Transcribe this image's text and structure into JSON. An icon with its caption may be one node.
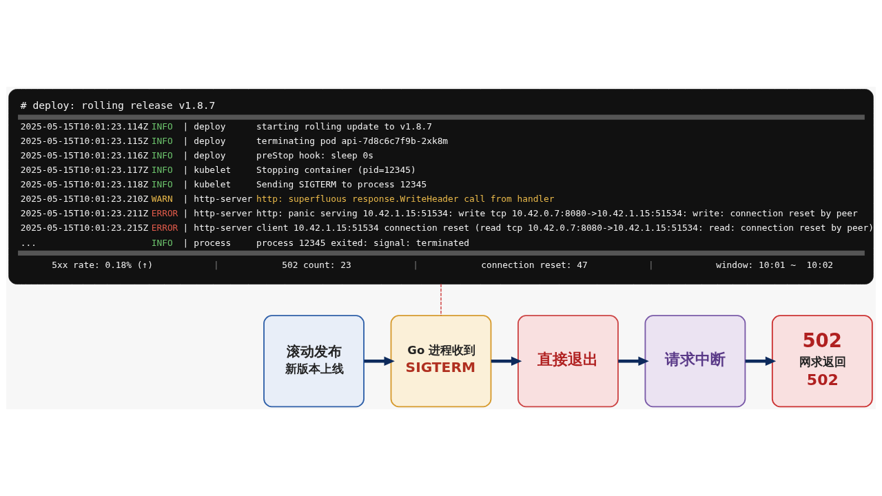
{
  "diagram": {
    "nodes": [
      {
        "text": [
          "# deploy: rolling release v1.8.7",
          "2025-05-15T10:01:23.114Z",
          "INFO",
          "|",
          "deploy",
          "starting rolling update to v1.8.7",
          "2025-05-15T10:01:23.115Z",
          "INFO",
          "|",
          "deploy",
          "terminating pod api-7d8c6c7f9b-2xk8m",
          "2025-05-15T10:01:23.116Z",
          "INFO",
          "|",
          "deploy",
          "preStop hook: sleep 0s",
          "2025-05-15T10:01:23.117Z",
          "INFO",
          "|",
          "kubelet",
          "Stopping container (pid=12345)",
          "2025-05-15T10:01:23.118Z",
          "INFO",
          "|",
          "kubelet",
          "Sending SIGTERM to process 12345",
          "2025-05-15T10:01:23.210Z",
          "WARN",
          "|",
          "http-server",
          "http: superfluous response.WriteHeader call from handler",
          "2025-05-15T10:01:23.211Z",
          "ERROR",
          "|",
          "http-server",
          "http: panic serving 10.42.1.15:51534: write tcp 10.42.0.7:8080->10.42.1.15:51534: write: connection reset by peer",
          "2025-05-15T10:01:23.215Z",
          "ERROR",
          "|",
          "http-server",
          "client 10.42.1.15:51534 connection reset (read tcp 10.42.0.7:8080->10.42.1.15:51534: read: connection reset by peer)",
          "...",
          "INFO",
          "|",
          "process",
          "process 12345 exited: signal: terminated",
          "5xx rate: 0.18% (↑)",
          "|",
          "502 count: 23",
          "|",
          "connection reset: 47",
          "|",
          "window: 10:01 ~  10:02"
        ]
      },
      {
        "text": [
          "滚动发布",
          "新版本上线"
        ]
      },
      {
        "text": [
          "Go 进程收到",
          "SIGTERM"
        ]
      },
      {
        "text": [
          "直接退出"
        ]
      },
      {
        "text": [
          "请求中断"
        ]
      },
      {
        "text": [
          "502",
          "网求返回",
          "502"
        ]
      }
    ],
    "edges": [
      {
        "from": 1,
        "to": 2,
        "arrow": "to"
      },
      {
        "from": 2,
        "to": 3,
        "arrow": "to"
      },
      {
        "from": 3,
        "to": 4,
        "arrow": "to"
      },
      {
        "from": 4,
        "to": 5,
        "arrow": "to"
      },
      {
        "from": 0,
        "to": 2,
        "arrow": "none",
        "style": "dashed",
        "color": "#cc3333"
      }
    ]
  }
}
